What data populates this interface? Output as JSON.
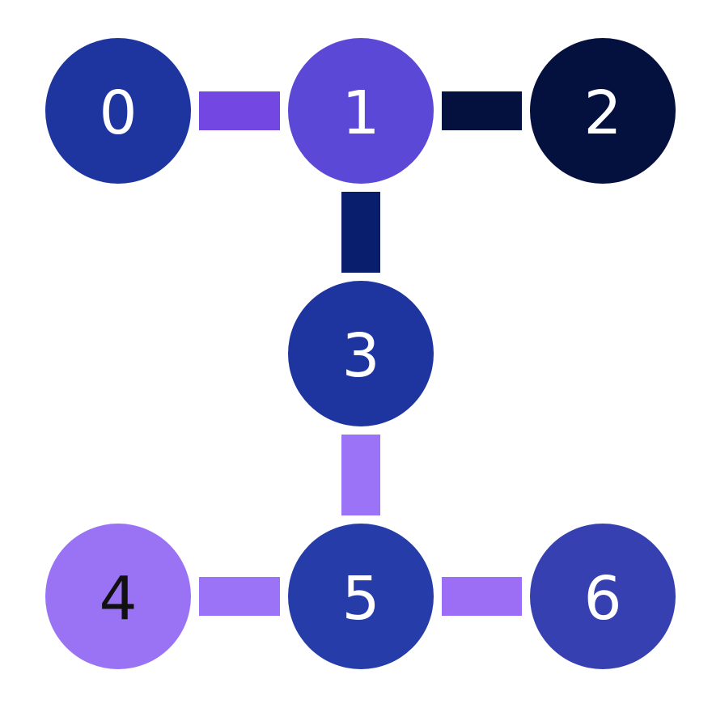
{
  "nodes": [
    {
      "id": "0",
      "label": "0",
      "fill": "#1e35a0",
      "text_color": "#ffffff"
    },
    {
      "id": "1",
      "label": "1",
      "fill": "#5c48d6",
      "text_color": "#ffffff"
    },
    {
      "id": "2",
      "label": "2",
      "fill": "#04113e",
      "text_color": "#ffffff"
    },
    {
      "id": "3",
      "label": "3",
      "fill": "#1e35a0",
      "text_color": "#ffffff"
    },
    {
      "id": "4",
      "label": "4",
      "fill": "#9a73f5",
      "text_color": "#111111"
    },
    {
      "id": "5",
      "label": "5",
      "fill": "#263ca8",
      "text_color": "#ffffff"
    },
    {
      "id": "6",
      "label": "6",
      "fill": "#3640b0",
      "text_color": "#ffffff"
    }
  ],
  "edges": [
    {
      "from": "0",
      "to": "1",
      "color": "#7347e2"
    },
    {
      "from": "1",
      "to": "2",
      "color": "#04113e"
    },
    {
      "from": "1",
      "to": "3",
      "color": "#0a1e6e"
    },
    {
      "from": "3",
      "to": "5",
      "color": "#9b73f6"
    },
    {
      "from": "4",
      "to": "5",
      "color": "#9b73f6"
    },
    {
      "from": "5",
      "to": "6",
      "color": "#9b6ef5"
    }
  ]
}
